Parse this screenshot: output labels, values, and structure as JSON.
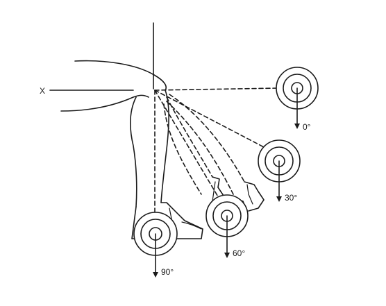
{
  "diagram": {
    "axis_label": "X",
    "angle_labels": [
      "0°",
      "30°",
      "60°",
      "90°"
    ],
    "ink_color": "#1a1a1a",
    "background_color": "#ffffff"
  }
}
